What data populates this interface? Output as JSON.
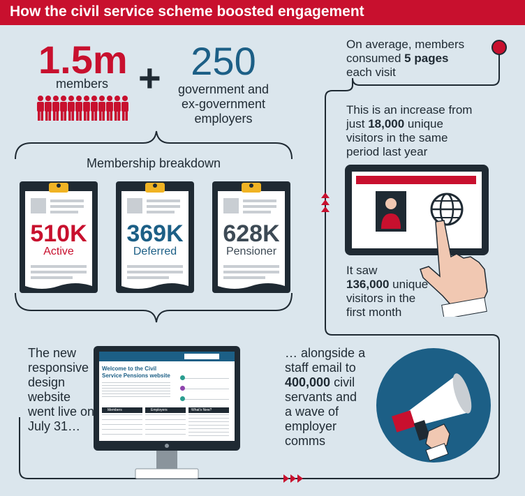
{
  "title": "How the civil service scheme boosted engagement",
  "members": {
    "value": "1.5m",
    "label": "members"
  },
  "plus": "+",
  "employers": {
    "value": "250",
    "label_lines": [
      "government and",
      "ex-government",
      "employers"
    ]
  },
  "breakdown": {
    "heading": "Membership breakdown",
    "cards": [
      {
        "value": "510K",
        "label": "Active",
        "color": "#c8102e"
      },
      {
        "value": "369K",
        "label": "Deferred",
        "color": "#1c5f86"
      },
      {
        "value": "628K",
        "label": "Pensioner",
        "color": "#3d4a55"
      }
    ]
  },
  "right_col": {
    "pages": {
      "line1": "On average, members",
      "line2_pre": "consumed ",
      "line2_bold": "5 pages",
      "line3": "each visit"
    },
    "increase": {
      "line1": "This is an increase from",
      "line2_pre": "just ",
      "line2_bold": "18,000",
      "line2_post": " unique",
      "line3": "visitors in the same",
      "line4": "period last year"
    },
    "month": {
      "line1": "It saw",
      "line2_bold": "136,000",
      "line2_post": " unique",
      "line3": "visitors in the",
      "line4": "first month"
    }
  },
  "website": {
    "lines": [
      "The new",
      "responsive",
      "design",
      "website",
      "went live on",
      "July 31…"
    ]
  },
  "email": {
    "line1": "… alongside a",
    "line2": "staff email to",
    "line3_bold": "400,000",
    "line3_post": " civil",
    "line4": "servants and",
    "line5": "a wave of",
    "line6": "employer",
    "line7": "comms"
  },
  "screen": {
    "welcome": "Welcome to the Civil Service Pensions website",
    "tab_members": "Members",
    "tab_employers": "Employers",
    "tab_new": "What's New?"
  },
  "colors": {
    "red": "#c8102e",
    "blue": "#1c5f86",
    "bg": "#dbe6ed",
    "dark": "#1f2a33"
  }
}
